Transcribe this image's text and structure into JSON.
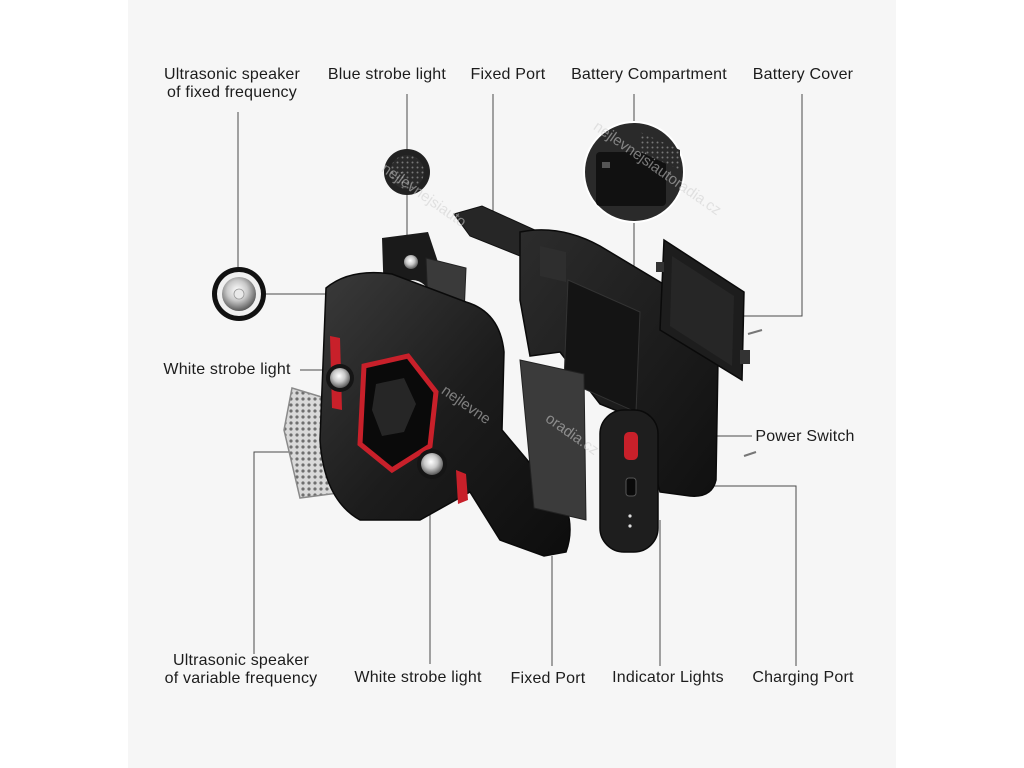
{
  "labels": {
    "ultrasonic_fixed": [
      "Ultrasonic speaker",
      "of fixed frequency"
    ],
    "blue_strobe": "Blue strobe light",
    "fixed_port_top": "Fixed Port",
    "battery_compartment": "Battery Compartment",
    "battery_cover": "Battery Cover",
    "white_strobe_left": "White strobe light",
    "power_switch": "Power Switch",
    "ultrasonic_variable": [
      "Ultrasonic speaker",
      "of variable frequency"
    ],
    "white_strobe_bottom": "White strobe light",
    "fixed_port_bottom": "Fixed Port",
    "indicator_lights": "Indicator Lights",
    "charging_port": "Charging Port"
  },
  "watermarks": [
    "nejlevnejsiautoradia.cz",
    "nejlevnejsiauto",
    "nejlevne",
    "oradia.cz"
  ],
  "colors": {
    "housing": "#1e1e1e",
    "accent_red": "#c8202a",
    "leader_line": "#4a4a4a",
    "label_text": "#1c1c1c"
  }
}
